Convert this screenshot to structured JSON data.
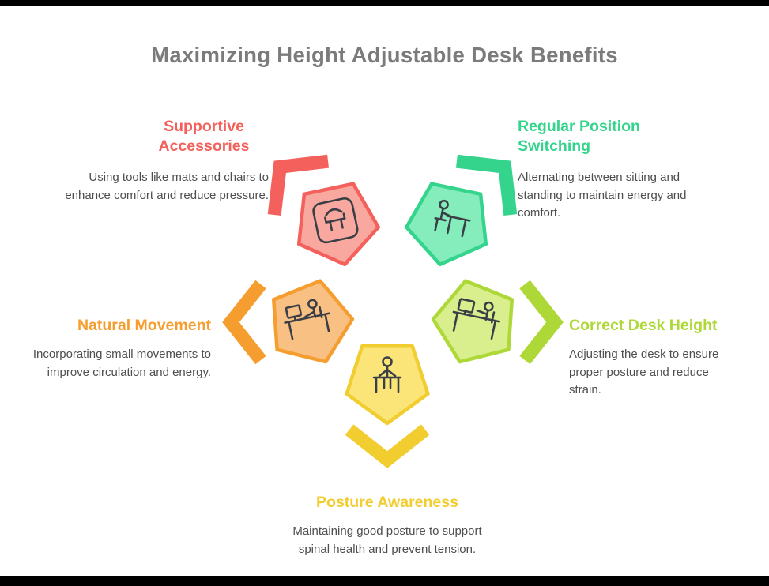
{
  "letterbox_color": "#000000",
  "title": {
    "text": "Maximizing Height Adjustable Desk Benefits",
    "color": "#7b7b7b"
  },
  "description_color": "#4e4e4e",
  "icon_stroke_color": "#3a3f46",
  "items": [
    {
      "id": "supportive-accessories",
      "title": "Supportive Accessories",
      "description": "Using tools like mats and chairs to enhance comfort and reduce pressure.",
      "accent": "#f4615c",
      "fill": "#f9a8a0",
      "icon": "chair-desk-icon"
    },
    {
      "id": "regular-position-switching",
      "title": "Regular Position Switching",
      "description": "Alternating between sitting and standing to maintain energy and comfort.",
      "accent": "#35d48d",
      "fill": "#85ecbb",
      "icon": "seated-person-desk-icon"
    },
    {
      "id": "natural-movement",
      "title": "Natural Movement",
      "description": "Incorporating small movements to improve circulation and energy.",
      "accent": "#f59e2f",
      "fill": "#f8c183",
      "icon": "person-computer-desk-icon"
    },
    {
      "id": "correct-desk-height",
      "title": "Correct Desk Height",
      "description": "Adjusting the desk to ensure proper posture and reduce strain.",
      "accent": "#aed837",
      "fill": "#d9ef8e",
      "icon": "person-monitor-desk-icon"
    },
    {
      "id": "posture-awareness",
      "title": "Posture Awareness",
      "description": "Maintaining good posture to support spinal health and prevent tension.",
      "accent": "#f2cd30",
      "fill": "#fbe579",
      "icon": "standing-person-desk-icon"
    }
  ]
}
